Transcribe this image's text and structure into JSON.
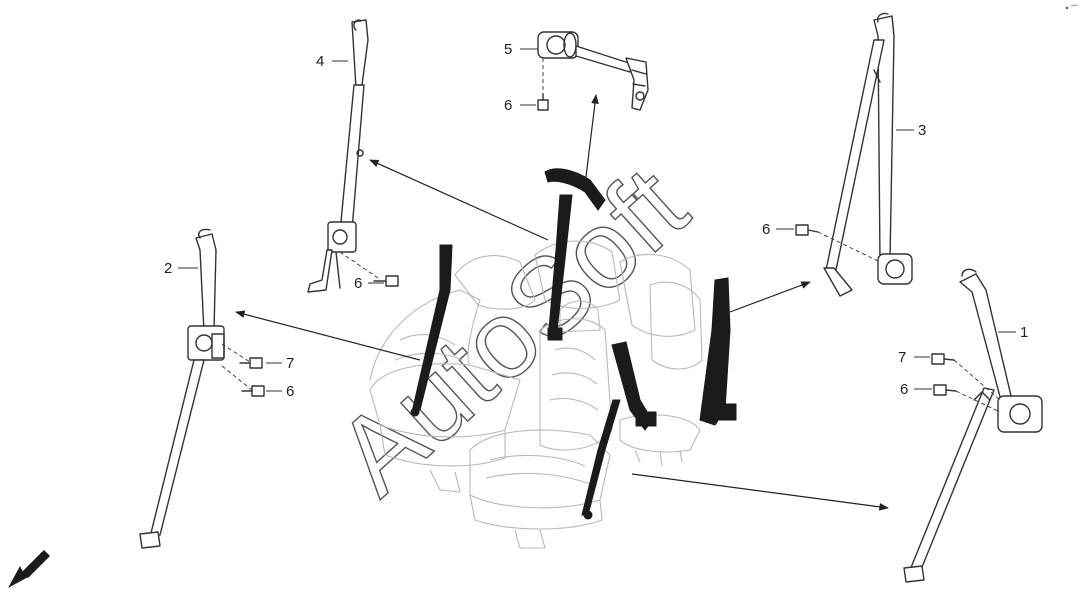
{
  "diagram": {
    "watermark": "AutoSoft",
    "callouts": [
      {
        "id": "c1",
        "label": "1"
      },
      {
        "id": "c2",
        "label": "2"
      },
      {
        "id": "c3",
        "label": "3"
      },
      {
        "id": "c4",
        "label": "4"
      },
      {
        "id": "c5",
        "label": "5"
      },
      {
        "id": "c6a",
        "label": "6"
      },
      {
        "id": "c6b",
        "label": "6"
      },
      {
        "id": "c6c",
        "label": "6"
      },
      {
        "id": "c6d",
        "label": "6"
      },
      {
        "id": "c6e",
        "label": "6"
      },
      {
        "id": "c7a",
        "label": "7"
      },
      {
        "id": "c7b",
        "label": "7"
      }
    ],
    "colors": {
      "line": "#333333",
      "seat_outline": "#b8b8b8",
      "installed_belt": "#1b1b1b",
      "background": "#ffffff"
    },
    "icons": [
      "front-direction-arrow-icon",
      "bolt-icon",
      "retractor-icon"
    ]
  }
}
